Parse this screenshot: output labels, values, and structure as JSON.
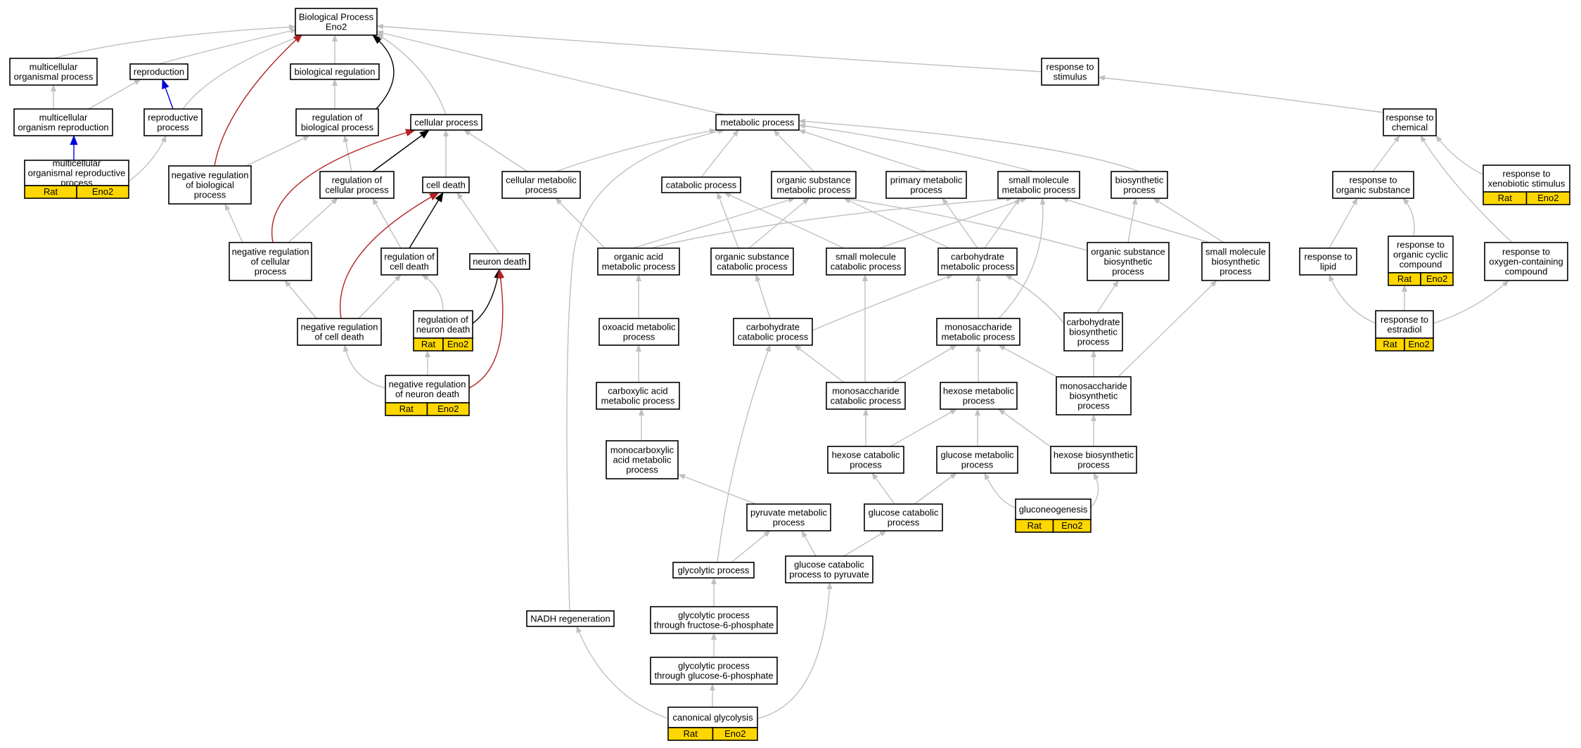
{
  "colors": {
    "edge_default": "#c0c0c0",
    "edge_is_a_positive": "#000000",
    "edge_negative": "#b22222",
    "edge_part_of": "#0000dd",
    "annotation_fill": "#ffd700"
  },
  "nodes": [
    {
      "id": "bp",
      "lines": [
        "Biological Process",
        "Eno2"
      ]
    },
    {
      "id": "mop",
      "lines": [
        "multicellular",
        "organismal process"
      ]
    },
    {
      "id": "repro",
      "lines": [
        "reproduction"
      ]
    },
    {
      "id": "bioreg",
      "lines": [
        "biological regulation"
      ]
    },
    {
      "id": "resp_stim",
      "lines": [
        "response to",
        "stimulus"
      ]
    },
    {
      "id": "mor",
      "lines": [
        "multicellular",
        "organism reproduction"
      ]
    },
    {
      "id": "repproc",
      "lines": [
        "reproductive",
        "process"
      ]
    },
    {
      "id": "regbp",
      "lines": [
        "regulation of",
        "biological process"
      ]
    },
    {
      "id": "cellproc",
      "lines": [
        "cellular process"
      ]
    },
    {
      "id": "metproc",
      "lines": [
        "metabolic process"
      ]
    },
    {
      "id": "resp_chem",
      "lines": [
        "response to",
        "chemical"
      ]
    },
    {
      "id": "morp",
      "lines": [
        "multicellular",
        "organismal reproductive",
        "process"
      ],
      "annot": [
        "Rat",
        "Eno2"
      ]
    },
    {
      "id": "nrbp",
      "lines": [
        "negative regulation",
        "of biological",
        "process"
      ]
    },
    {
      "id": "regcp",
      "lines": [
        "regulation of",
        "cellular process"
      ]
    },
    {
      "id": "celldeath",
      "lines": [
        "cell death"
      ]
    },
    {
      "id": "cellmet",
      "lines": [
        "cellular metabolic",
        "process"
      ]
    },
    {
      "id": "catab",
      "lines": [
        "catabolic process"
      ]
    },
    {
      "id": "osmp",
      "lines": [
        "organic substance",
        "metabolic process"
      ]
    },
    {
      "id": "primmet",
      "lines": [
        "primary metabolic",
        "process"
      ]
    },
    {
      "id": "smmp",
      "lines": [
        "small molecule",
        "metabolic process"
      ]
    },
    {
      "id": "biosyn",
      "lines": [
        "biosynthetic",
        "process"
      ]
    },
    {
      "id": "resp_orgsub",
      "lines": [
        "response to",
        "organic substance"
      ]
    },
    {
      "id": "resp_xeno",
      "lines": [
        "response to",
        "xenobiotic stimulus"
      ],
      "annot": [
        "Rat",
        "Eno2"
      ]
    },
    {
      "id": "nrcp",
      "lines": [
        "negative regulation",
        "of cellular",
        "process"
      ]
    },
    {
      "id": "regcd",
      "lines": [
        "regulation of",
        "cell death"
      ]
    },
    {
      "id": "neurondeath",
      "lines": [
        "neuron death"
      ]
    },
    {
      "id": "oamp",
      "lines": [
        "organic acid",
        "metabolic process"
      ]
    },
    {
      "id": "oscp",
      "lines": [
        "organic substance",
        "catabolic process"
      ]
    },
    {
      "id": "smcp",
      "lines": [
        "small molecule",
        "catabolic process"
      ]
    },
    {
      "id": "chmp",
      "lines": [
        "carbohydrate",
        "metabolic process"
      ]
    },
    {
      "id": "osbp",
      "lines": [
        "organic substance",
        "biosynthetic",
        "process"
      ]
    },
    {
      "id": "smbp",
      "lines": [
        "small molecule",
        "biosynthetic",
        "process"
      ]
    },
    {
      "id": "resp_lipid",
      "lines": [
        "response to",
        "lipid"
      ]
    },
    {
      "id": "resp_occ",
      "lines": [
        "response to",
        "organic cyclic",
        "compound"
      ],
      "annot": [
        "Rat",
        "Eno2"
      ]
    },
    {
      "id": "resp_oxy",
      "lines": [
        "response to",
        "oxygen-containing",
        "compound"
      ]
    },
    {
      "id": "nrcd",
      "lines": [
        "negative regulation",
        "of cell death"
      ]
    },
    {
      "id": "regnd",
      "lines": [
        "regulation of",
        "neuron death"
      ],
      "annot": [
        "Rat",
        "Eno2"
      ]
    },
    {
      "id": "oxoacid",
      "lines": [
        "oxoacid metabolic",
        "process"
      ]
    },
    {
      "id": "chcp",
      "lines": [
        "carbohydrate",
        "catabolic process"
      ]
    },
    {
      "id": "msmp",
      "lines": [
        "monosaccharide",
        "metabolic process"
      ]
    },
    {
      "id": "chbp",
      "lines": [
        "carbohydrate",
        "biosynthetic",
        "process"
      ]
    },
    {
      "id": "resp_estr",
      "lines": [
        "response to",
        "estradiol"
      ],
      "annot": [
        "Rat",
        "Eno2"
      ]
    },
    {
      "id": "nrnd",
      "lines": [
        "negative regulation",
        "of neuron death"
      ],
      "annot": [
        "Rat",
        "Eno2"
      ]
    },
    {
      "id": "carbox",
      "lines": [
        "carboxylic acid",
        "metabolic process"
      ]
    },
    {
      "id": "mscp",
      "lines": [
        "monosaccharide",
        "catabolic process"
      ]
    },
    {
      "id": "hexmp",
      "lines": [
        "hexose metabolic",
        "process"
      ]
    },
    {
      "id": "msbp",
      "lines": [
        "monosaccharide",
        "biosynthetic",
        "process"
      ]
    },
    {
      "id": "monocarb",
      "lines": [
        "monocarboxylic",
        "acid metabolic",
        "process"
      ]
    },
    {
      "id": "hexcp",
      "lines": [
        "hexose catabolic",
        "process"
      ]
    },
    {
      "id": "glcmp",
      "lines": [
        "glucose metabolic",
        "process"
      ]
    },
    {
      "id": "hexbp",
      "lines": [
        "hexose biosynthetic",
        "process"
      ]
    },
    {
      "id": "pyr",
      "lines": [
        "pyruvate metabolic",
        "process"
      ]
    },
    {
      "id": "glccp",
      "lines": [
        "glucose catabolic",
        "process"
      ]
    },
    {
      "id": "gluconeo",
      "lines": [
        "gluconeogenesis"
      ],
      "annot": [
        "Rat",
        "Eno2"
      ]
    },
    {
      "id": "glyco",
      "lines": [
        "glycolytic process"
      ]
    },
    {
      "id": "glccpp",
      "lines": [
        "glucose catabolic",
        "process to pyruvate"
      ]
    },
    {
      "id": "nadh",
      "lines": [
        "NADH regeneration"
      ]
    },
    {
      "id": "glyf6p",
      "lines": [
        "glycolytic process",
        "through fructose-6-phosphate"
      ]
    },
    {
      "id": "glyg6p",
      "lines": [
        "glycolytic process",
        "through glucose-6-phosphate"
      ]
    },
    {
      "id": "canon",
      "lines": [
        "canonical glycolysis"
      ],
      "annot": [
        "Rat",
        "Eno2"
      ]
    }
  ],
  "edges": [
    {
      "from": "mop",
      "to": "bp",
      "kind": "default"
    },
    {
      "from": "repro",
      "to": "bp",
      "kind": "default"
    },
    {
      "from": "bioreg",
      "to": "bp",
      "kind": "default"
    },
    {
      "from": "resp_stim",
      "to": "bp",
      "kind": "default"
    },
    {
      "from": "mor",
      "to": "mop",
      "kind": "default"
    },
    {
      "from": "mor",
      "to": "repro",
      "kind": "default"
    },
    {
      "from": "repproc",
      "to": "repro",
      "kind": "part_of"
    },
    {
      "from": "repproc",
      "to": "bp",
      "kind": "default"
    },
    {
      "from": "regbp",
      "to": "bioreg",
      "kind": "default"
    },
    {
      "from": "regbp",
      "to": "bp",
      "kind": "positive"
    },
    {
      "from": "cellproc",
      "to": "bp",
      "kind": "default"
    },
    {
      "from": "metproc",
      "to": "bp",
      "kind": "default"
    },
    {
      "from": "resp_chem",
      "to": "resp_stim",
      "kind": "default"
    },
    {
      "from": "morp",
      "to": "mor",
      "kind": "part_of"
    },
    {
      "from": "morp",
      "to": "repproc",
      "kind": "default"
    },
    {
      "from": "nrbp",
      "to": "regbp",
      "kind": "default"
    },
    {
      "from": "nrbp",
      "to": "bp",
      "kind": "negative"
    },
    {
      "from": "regcp",
      "to": "regbp",
      "kind": "default"
    },
    {
      "from": "regcp",
      "to": "cellproc",
      "kind": "positive"
    },
    {
      "from": "celldeath",
      "to": "cellproc",
      "kind": "default"
    },
    {
      "from": "cellmet",
      "to": "cellproc",
      "kind": "default"
    },
    {
      "from": "cellmet",
      "to": "metproc",
      "kind": "default"
    },
    {
      "from": "catab",
      "to": "metproc",
      "kind": "default"
    },
    {
      "from": "osmp",
      "to": "metproc",
      "kind": "default"
    },
    {
      "from": "primmet",
      "to": "metproc",
      "kind": "default"
    },
    {
      "from": "smmp",
      "to": "metproc",
      "kind": "default"
    },
    {
      "from": "biosyn",
      "to": "metproc",
      "kind": "default"
    },
    {
      "from": "resp_orgsub",
      "to": "resp_chem",
      "kind": "default"
    },
    {
      "from": "resp_xeno",
      "to": "resp_chem",
      "kind": "default"
    },
    {
      "from": "nrcp",
      "to": "nrbp",
      "kind": "default"
    },
    {
      "from": "nrcp",
      "to": "regcp",
      "kind": "default"
    },
    {
      "from": "nrcp",
      "to": "cellproc",
      "kind": "negative"
    },
    {
      "from": "regcd",
      "to": "regcp",
      "kind": "default"
    },
    {
      "from": "regcd",
      "to": "celldeath",
      "kind": "positive"
    },
    {
      "from": "neurondeath",
      "to": "celldeath",
      "kind": "default"
    },
    {
      "from": "oamp",
      "to": "cellmet",
      "kind": "default"
    },
    {
      "from": "oamp",
      "to": "osmp",
      "kind": "default"
    },
    {
      "from": "oamp",
      "to": "smmp",
      "kind": "default"
    },
    {
      "from": "oscp",
      "to": "catab",
      "kind": "default"
    },
    {
      "from": "oscp",
      "to": "osmp",
      "kind": "default"
    },
    {
      "from": "smcp",
      "to": "catab",
      "kind": "default"
    },
    {
      "from": "smcp",
      "to": "smmp",
      "kind": "default"
    },
    {
      "from": "chmp",
      "to": "osmp",
      "kind": "default"
    },
    {
      "from": "chmp",
      "to": "primmet",
      "kind": "default"
    },
    {
      "from": "chmp",
      "to": "smmp",
      "kind": "default"
    },
    {
      "from": "osbp",
      "to": "osmp",
      "kind": "default"
    },
    {
      "from": "osbp",
      "to": "biosyn",
      "kind": "default"
    },
    {
      "from": "smbp",
      "to": "smmp",
      "kind": "default"
    },
    {
      "from": "smbp",
      "to": "biosyn",
      "kind": "default"
    },
    {
      "from": "resp_lipid",
      "to": "resp_orgsub",
      "kind": "default"
    },
    {
      "from": "resp_occ",
      "to": "resp_orgsub",
      "kind": "default"
    },
    {
      "from": "resp_oxy",
      "to": "resp_chem",
      "kind": "default"
    },
    {
      "from": "nrcd",
      "to": "nrcp",
      "kind": "default"
    },
    {
      "from": "nrcd",
      "to": "regcd",
      "kind": "default"
    },
    {
      "from": "nrcd",
      "to": "celldeath",
      "kind": "negative"
    },
    {
      "from": "regnd",
      "to": "regcd",
      "kind": "default"
    },
    {
      "from": "regnd",
      "to": "neurondeath",
      "kind": "positive"
    },
    {
      "from": "oxoacid",
      "to": "oamp",
      "kind": "default"
    },
    {
      "from": "chcp",
      "to": "oscp",
      "kind": "default"
    },
    {
      "from": "chcp",
      "to": "chmp",
      "kind": "default"
    },
    {
      "from": "msmp",
      "to": "chmp",
      "kind": "default"
    },
    {
      "from": "msmp",
      "to": "smmp",
      "kind": "default"
    },
    {
      "from": "chbp",
      "to": "chmp",
      "kind": "default"
    },
    {
      "from": "chbp",
      "to": "osbp",
      "kind": "default"
    },
    {
      "from": "resp_estr",
      "to": "resp_lipid",
      "kind": "default"
    },
    {
      "from": "resp_estr",
      "to": "resp_occ",
      "kind": "default"
    },
    {
      "from": "resp_estr",
      "to": "resp_oxy",
      "kind": "default"
    },
    {
      "from": "nrnd",
      "to": "nrcd",
      "kind": "default"
    },
    {
      "from": "nrnd",
      "to": "regnd",
      "kind": "default"
    },
    {
      "from": "nrnd",
      "to": "neurondeath",
      "kind": "negative"
    },
    {
      "from": "carbox",
      "to": "oxoacid",
      "kind": "default"
    },
    {
      "from": "mscp",
      "to": "smcp",
      "kind": "default"
    },
    {
      "from": "mscp",
      "to": "chcp",
      "kind": "default"
    },
    {
      "from": "mscp",
      "to": "msmp",
      "kind": "default"
    },
    {
      "from": "hexmp",
      "to": "msmp",
      "kind": "default"
    },
    {
      "from": "msbp",
      "to": "msmp",
      "kind": "default"
    },
    {
      "from": "msbp",
      "to": "chbp",
      "kind": "default"
    },
    {
      "from": "msbp",
      "to": "smbp",
      "kind": "default"
    },
    {
      "from": "monocarb",
      "to": "carbox",
      "kind": "default"
    },
    {
      "from": "hexcp",
      "to": "mscp",
      "kind": "default"
    },
    {
      "from": "hexcp",
      "to": "hexmp",
      "kind": "default"
    },
    {
      "from": "glcmp",
      "to": "hexmp",
      "kind": "default"
    },
    {
      "from": "hexbp",
      "to": "hexmp",
      "kind": "default"
    },
    {
      "from": "hexbp",
      "to": "msbp",
      "kind": "default"
    },
    {
      "from": "pyr",
      "to": "monocarb",
      "kind": "default"
    },
    {
      "from": "glccp",
      "to": "hexcp",
      "kind": "default"
    },
    {
      "from": "glccp",
      "to": "glcmp",
      "kind": "default"
    },
    {
      "from": "gluconeo",
      "to": "glcmp",
      "kind": "default"
    },
    {
      "from": "gluconeo",
      "to": "hexbp",
      "kind": "default"
    },
    {
      "from": "glyco",
      "to": "pyr",
      "kind": "default"
    },
    {
      "from": "glyco",
      "to": "chcp",
      "kind": "default"
    },
    {
      "from": "glccpp",
      "to": "pyr",
      "kind": "default"
    },
    {
      "from": "glccpp",
      "to": "glccp",
      "kind": "default"
    },
    {
      "from": "nadh",
      "to": "metproc",
      "kind": "default"
    },
    {
      "from": "glyf6p",
      "to": "glyco",
      "kind": "default"
    },
    {
      "from": "glyg6p",
      "to": "glyf6p",
      "kind": "default"
    },
    {
      "from": "canon",
      "to": "glyg6p",
      "kind": "default"
    },
    {
      "from": "canon",
      "to": "nadh",
      "kind": "default"
    },
    {
      "from": "canon",
      "to": "glccpp",
      "kind": "default"
    }
  ]
}
